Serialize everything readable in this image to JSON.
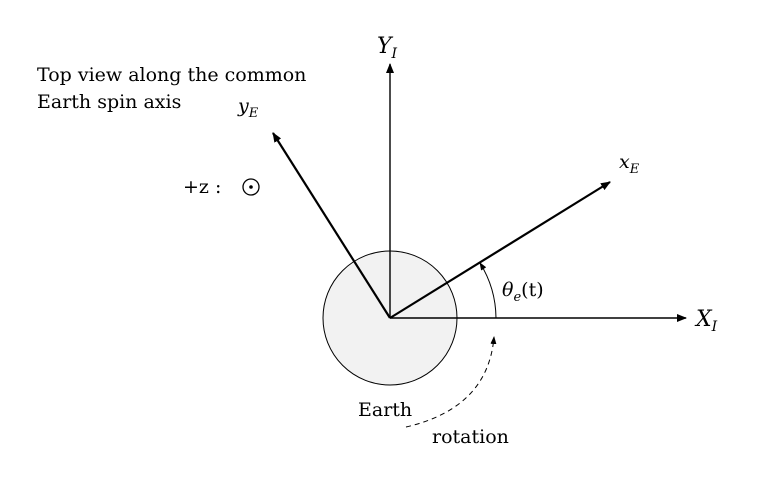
{
  "caption": {
    "line1": "Top view along the common",
    "line2": "Earth spin axis"
  },
  "labels": {
    "Y_I": {
      "main": "Y",
      "sub": "I"
    },
    "X_I": {
      "main": "X",
      "sub": "I"
    },
    "y_E": {
      "main": "y",
      "sub": "E"
    },
    "x_E": {
      "main": "x",
      "sub": "E"
    },
    "theta": {
      "main": "θ",
      "sub": "e",
      "suffix": "(t)"
    },
    "plus_z": {
      "text": "+z :"
    },
    "earth": "Earth",
    "rotation": "rotation"
  },
  "icons": {
    "out_of_page": "circle-dot-icon"
  },
  "colors": {
    "earth_fill": "#f2f2f2",
    "stroke": "#000000"
  }
}
